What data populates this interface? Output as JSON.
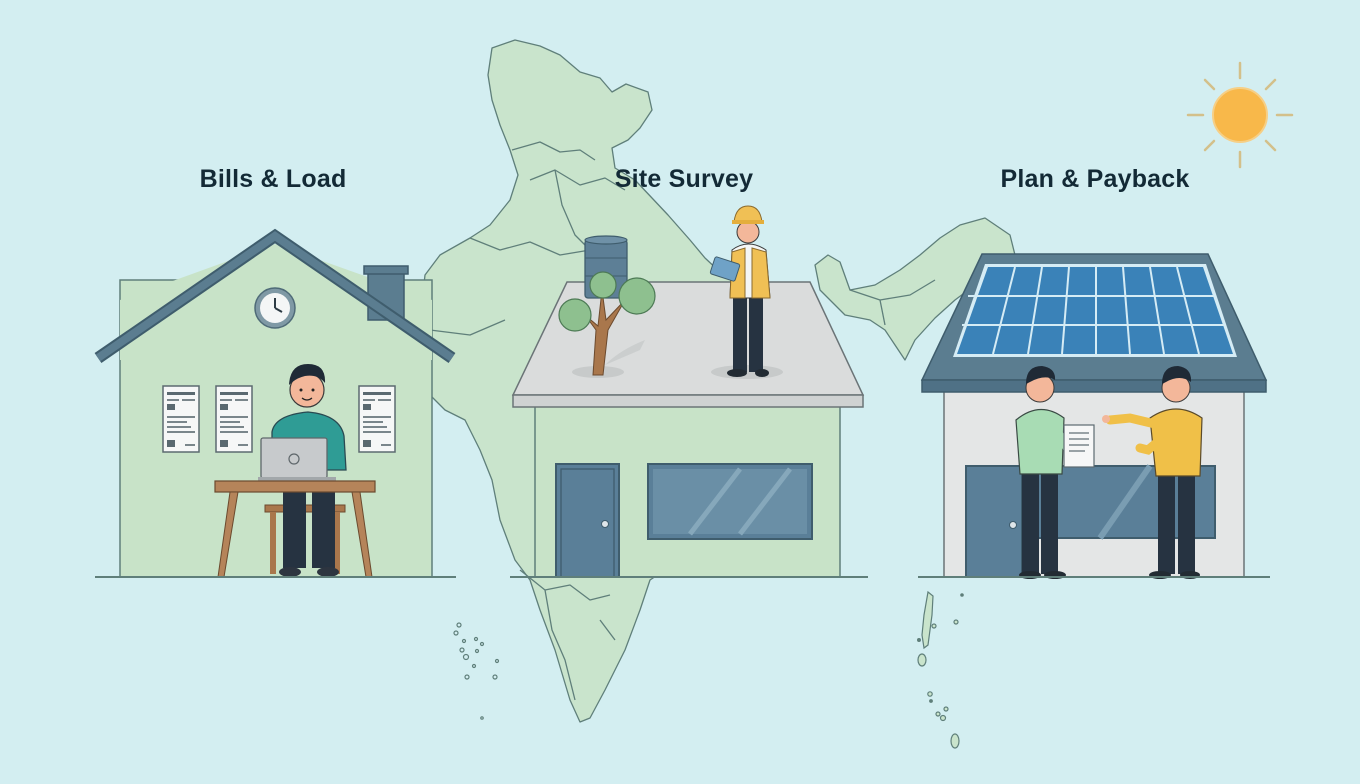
{
  "scene": {
    "background_color": "#d3eef1",
    "map_fill": "#c9e4cc",
    "map_stroke": "#5f7f7a",
    "sun_color": "#f8b84a"
  },
  "steps": [
    {
      "label": "Bills & Load",
      "scene": "person-at-laptop-with-bills"
    },
    {
      "label": "Site Survey",
      "scene": "surveyor-on-rooftop"
    },
    {
      "label": "Plan & Payback",
      "scene": "solar-rooftop-consultation"
    }
  ]
}
